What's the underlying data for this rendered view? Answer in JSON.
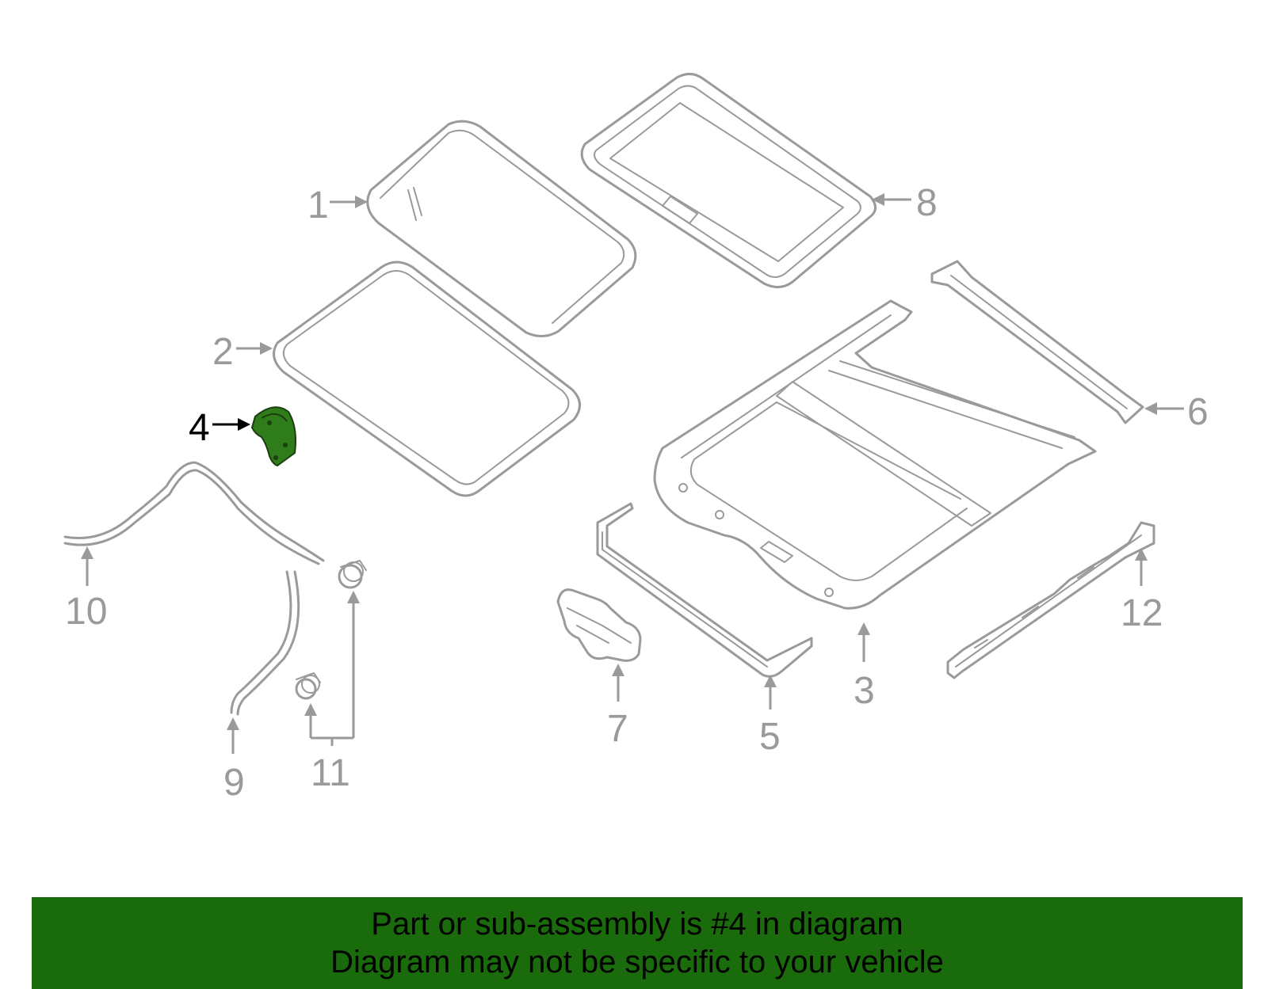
{
  "callouts": {
    "c1": "1",
    "c2": "2",
    "c3": "3",
    "c4": "4",
    "c5": "5",
    "c6": "6",
    "c7": "7",
    "c8": "8",
    "c9": "9",
    "c10": "10",
    "c11": "11",
    "c12": "12"
  },
  "highlight": {
    "part": "4",
    "color": "#2e7d1a"
  },
  "banner": {
    "line1": "Part or sub-assembly is #4 in diagram",
    "line2": "Diagram may not be specific to your vehicle",
    "background": "#1a6b0c"
  }
}
